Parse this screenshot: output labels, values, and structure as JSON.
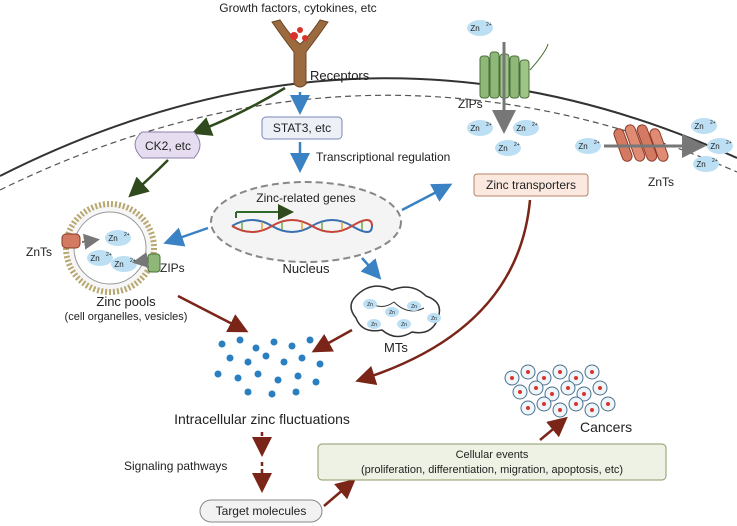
{
  "labels": {
    "growth_factors": "Growth factors, cytokines, etc",
    "receptors": "Receptors",
    "stat3": "STAT3, etc",
    "ck2": "CK2, etc",
    "transcriptional_regulation": "Transcriptional regulation",
    "zinc_related_genes": "Zinc-related genes",
    "nucleus": "Nucleus",
    "zinc_transporters": "Zinc transporters",
    "zips_membrane": "ZIPs",
    "znts_membrane": "ZnTs",
    "znts_vesicle": "ZnTs",
    "zips_vesicle": "ZIPs",
    "zinc_pools": "Zinc pools",
    "zinc_pools_sub": "(cell organelles, vesicles)",
    "mts": "MTs",
    "intracellular_zinc": "Intracellular zinc fluctuations",
    "signaling_pathways": "Signaling pathways",
    "target_molecules": "Target molecules",
    "cellular_events_title": "Cellular events",
    "cellular_events_detail": "(proliferation, differentiation, migration, apoptosis, etc)",
    "cancers": "Cancers",
    "zn_ion": "Zn",
    "zn_charge": "2+"
  },
  "colors": {
    "blue_arrow": "#3a82c4",
    "dark_green_arrow": "#2f4a1c",
    "dark_red_arrow": "#7a2518",
    "receptor": "#9b6a3e",
    "ck2_fill": "#e6def0",
    "stat3_fill": "#eef0f8",
    "transporter_fill": "#fbe9df",
    "events_fill": "#eef2e4",
    "zn_bubble": "#bcdff4",
    "zip_green": "#8fb878",
    "znt_red": "#d47a62",
    "zinc_dot": "#2a7fc0"
  }
}
